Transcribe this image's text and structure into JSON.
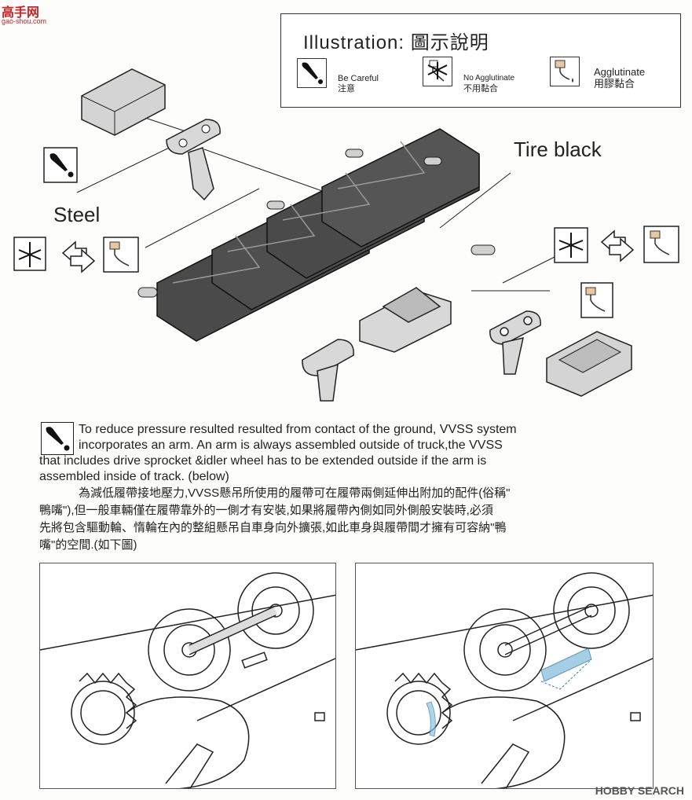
{
  "site_logo": {
    "main": "高手网",
    "sub": "gao-shou.com"
  },
  "legend": {
    "title": "Illustration:  圖示說明",
    "items": [
      {
        "en": "Be Careful",
        "cn": "注意",
        "icon": "exclamation-icon"
      },
      {
        "en": "No Agglutinate",
        "cn": "不用黏合",
        "icon": "no-glue-icon"
      },
      {
        "en": "Agglutinate",
        "cn": "用膠黏合",
        "icon": "glue-icon"
      }
    ]
  },
  "labels": {
    "tire": "Tire  black",
    "steel": "Steel"
  },
  "note": {
    "en_lines": [
      "To reduce pressure resulted resulted from contact of the ground, VVSS system",
      "incorporates an arm. An arm is always assembled outside of truck,the VVSS",
      "that includes drive sprocket &idler wheel has to be extended outside if the arm is",
      "assembled inside of track. (below)"
    ],
    "cn_lines": [
      "為減低履帶接地壓力,VVSS懸吊所使用的履帶可在履帶兩側延伸出附加的配件(俗稱\"",
      "鴨嘴\"),但一般車輛僅在履帶靠外的一側才有安裝,如果將履帶內側如同外側般安裝時,必須",
      "先將包含驅動輪、惰輪在內的整組懸吊自車身向外擴張,如此車身與履帶間才擁有可容納\"鴨",
      "嘴\"的空間.(如下圖)"
    ]
  },
  "watermark": "HOBBY SEARCH",
  "colors": {
    "track": "#4a4a4a",
    "part": "#d2d2d2",
    "line": "#222222",
    "highlight": "#8fc4e0"
  }
}
